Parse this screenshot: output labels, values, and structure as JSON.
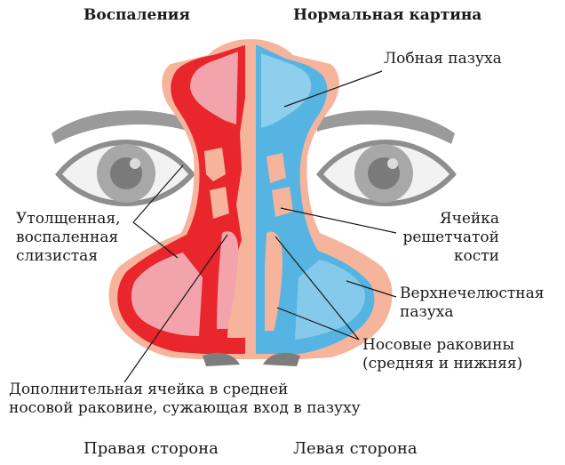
{
  "headers": {
    "inflamed": "Воспаления",
    "normal": "Нормальная картина"
  },
  "labels": {
    "frontal_sinus": "Лобная пазуха",
    "thickened_mucosa": "Утолщенная,\nвоспаленная\nслизистая",
    "ethmoid_cell": "Ячейка\nрешетчатой\nкости",
    "maxillary_sinus": "Верхнечелюстная\nпазуха",
    "nasal_conchae": "Носовые раковины\n(средняя и нижняя)",
    "extra_cell": "Дополнительная ячейка в средней\nносовой раковине, сужающая вход в пазуху"
  },
  "footer": {
    "right_side": "Правая сторона",
    "left_side": "Левая сторона"
  },
  "colors": {
    "inflamed_red": "#e8262c",
    "inflamed_pink": "#f2a3ab",
    "normal_blue": "#56b4e3",
    "normal_light_blue": "#bfe3f4",
    "tissue_salmon": "#f6b49c",
    "eyebrow_gray": "#9a9a9a",
    "eye_gray": "#8e8e8e"
  }
}
